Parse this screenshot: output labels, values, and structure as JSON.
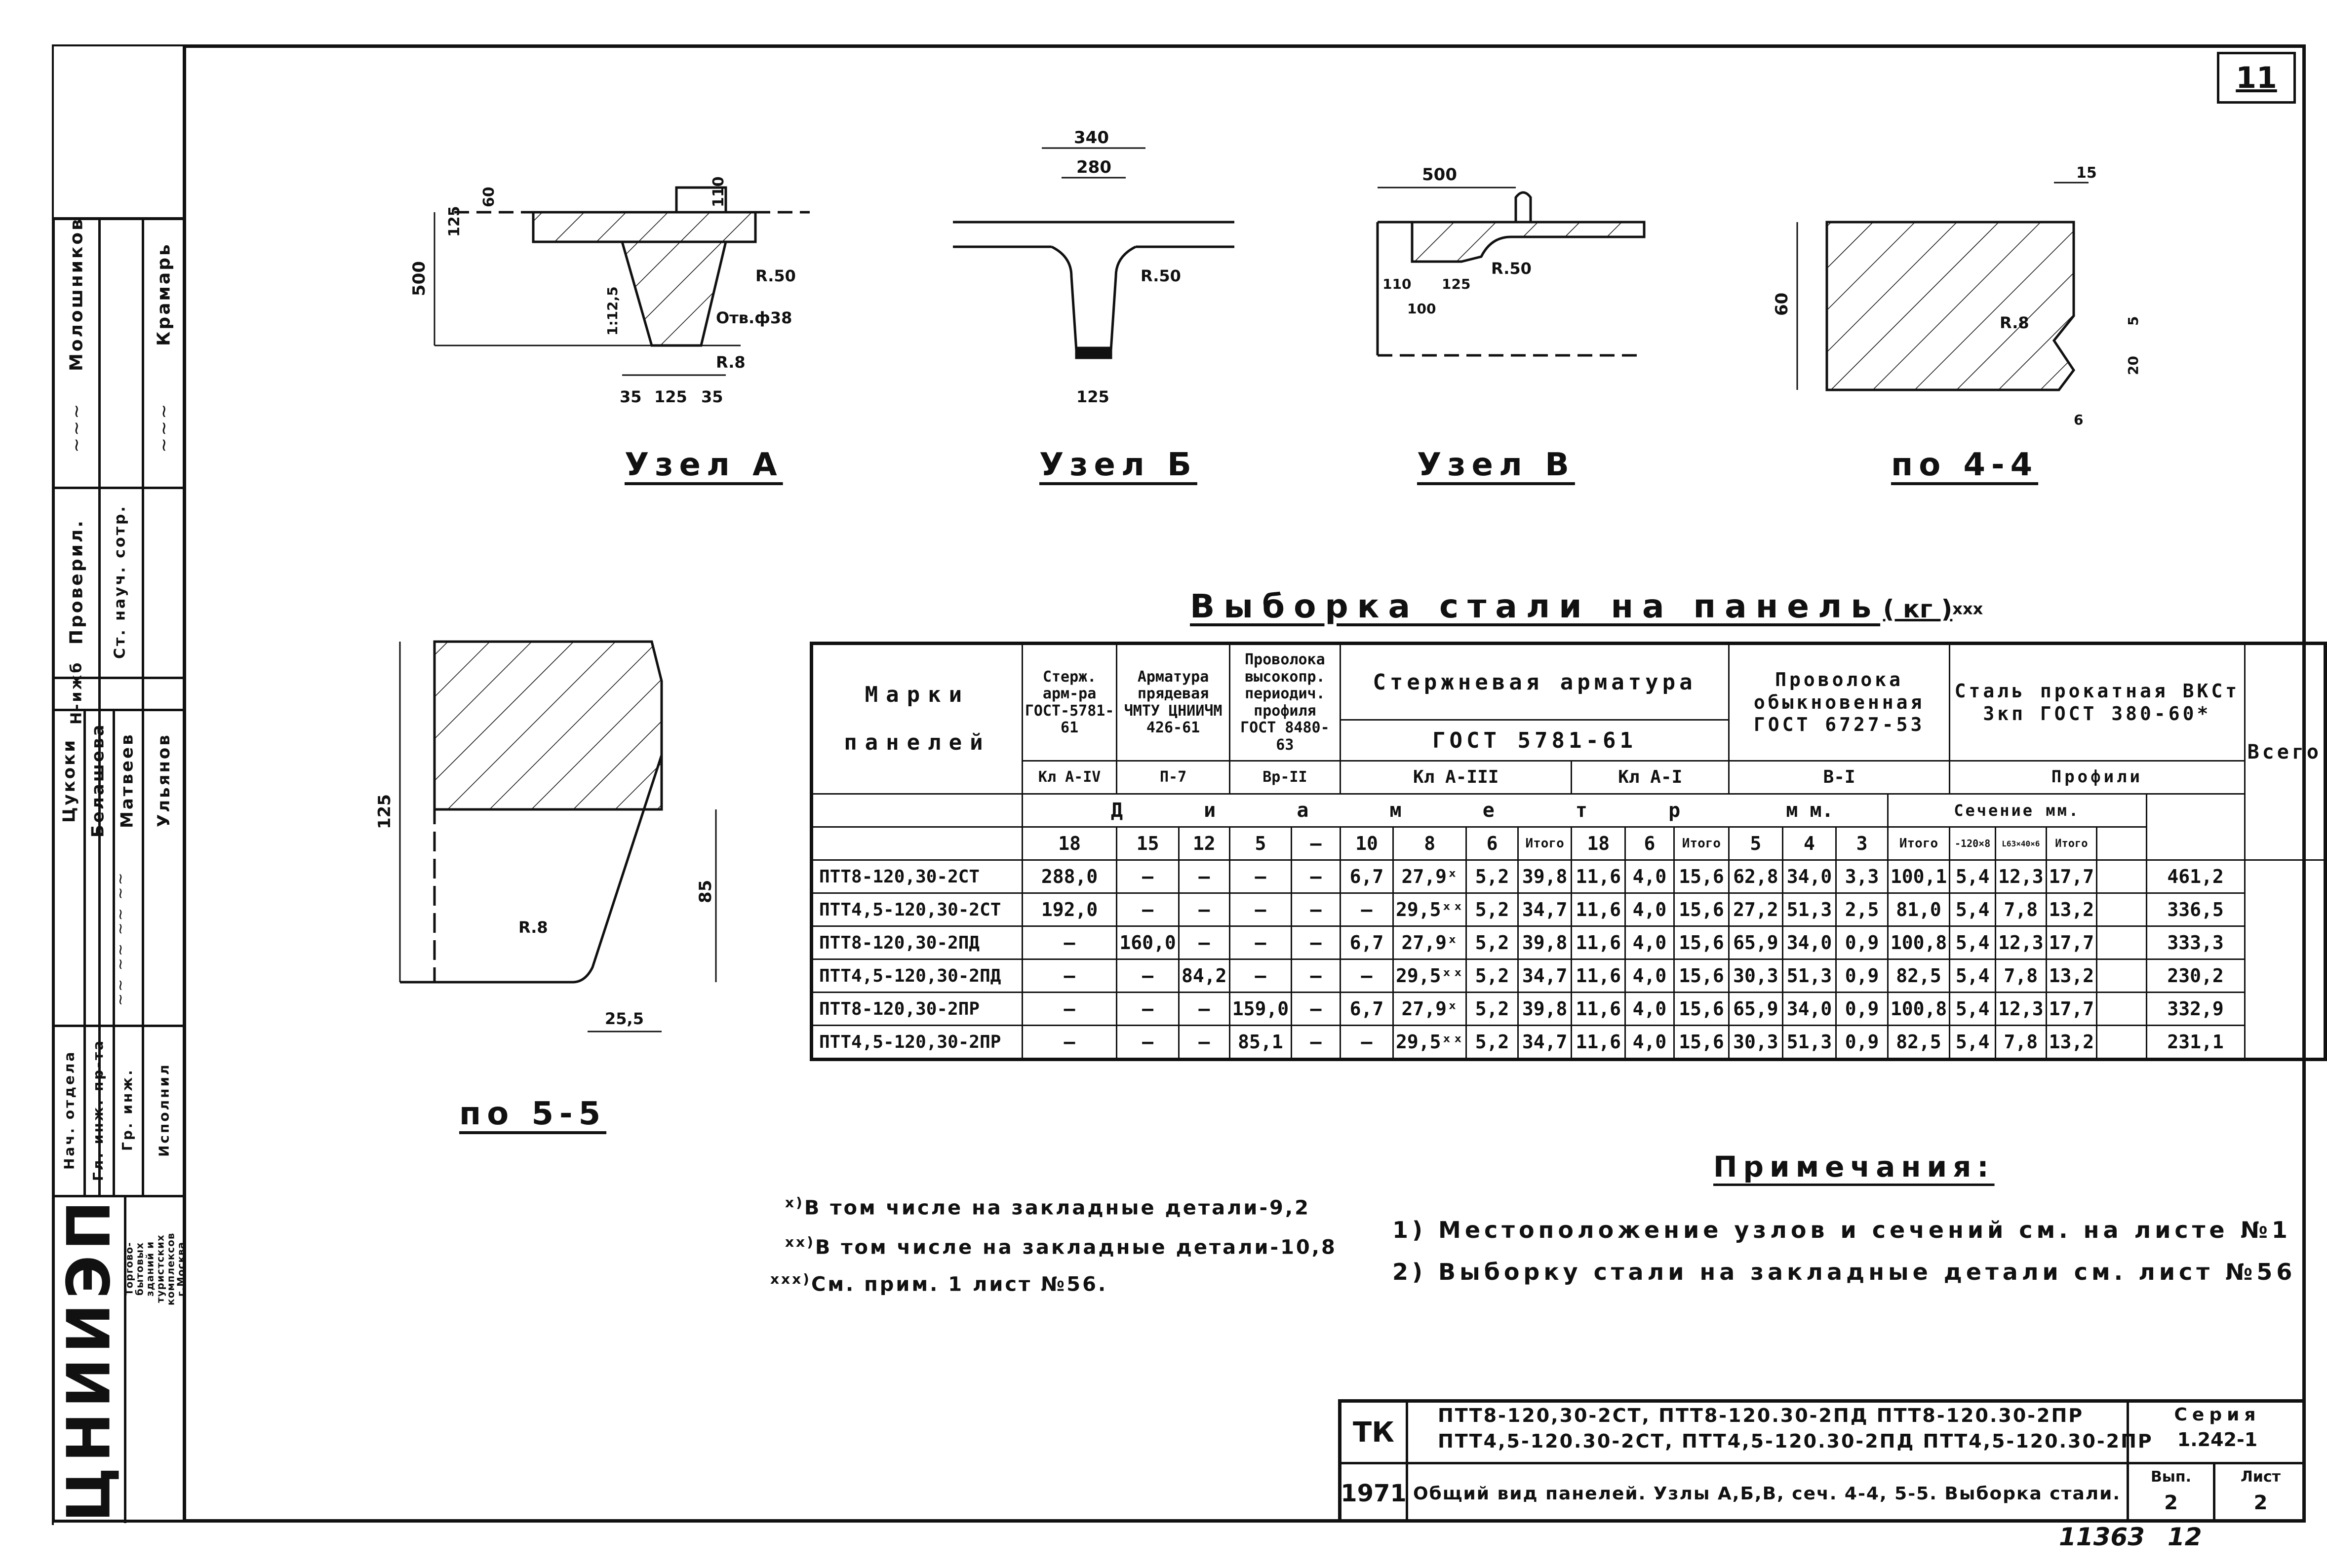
{
  "sheet_number": "11",
  "archive": {
    "number": "11363",
    "page": "12"
  },
  "drawings": {
    "node_a": {
      "title": "Узел А",
      "dims": [
        "60",
        "125",
        "110",
        "500",
        "1:12,5",
        "R.50",
        "Отв.ф38",
        "R.8",
        "35",
        "125",
        "35"
      ]
    },
    "node_b": {
      "title": "Узел Б",
      "dims": [
        "340",
        "280",
        "R.50",
        "125"
      ]
    },
    "node_v": {
      "title": "Узел В",
      "dims": [
        "500",
        "110",
        "100",
        "125",
        "R.50"
      ]
    },
    "section_44": {
      "title": "по 4-4",
      "dims": [
        "15",
        "60",
        "R.8",
        "5",
        "20",
        "6"
      ]
    },
    "section_55": {
      "title": "по 5-5",
      "dims": [
        "125",
        "85",
        "R.8",
        "25,5"
      ]
    }
  },
  "table": {
    "title": "Выборка стали на панель",
    "title_unit": "( кг )",
    "title_sup": "xxx",
    "col_marks": "Марки панелей",
    "col_g1": "Стерж. арм-ра ГОСТ-5781-61",
    "col_g1_sub": "Кл А-IV",
    "col_g2": "Арматура прядевая ЧМТУ ЦНИИЧМ 426-61",
    "col_g2_sub": "П-7",
    "col_g3": "Проволока высокопр. периодич. профиля ГОСТ 8480-63",
    "col_g3_sub": "Вр-II",
    "col_g4": "Стержневая арматура",
    "col_g4_std": "ГОСТ 5781-61",
    "col_g4_sub_a": "Кл А-III",
    "col_g4_sub_b": "Кл А-I",
    "col_g5": "Проволока обыкновенная ГОСТ 6727-53",
    "col_g5_sub": "В-I",
    "col_g6": "Сталь прокатная ВКСт 3кп ГОСТ 380-60*",
    "col_g6_sub": "Профили",
    "col_total": "Всего",
    "diam_letters": [
      "Д",
      "и",
      "а",
      "м",
      "е",
      "т",
      "р"
    ],
    "diam_unit": "м м.",
    "section_label": "Сечение мм.",
    "diam_row": [
      "18",
      "15",
      "12",
      "5",
      "—",
      "10",
      "8",
      "6",
      "Итого",
      "18",
      "6",
      "Итого",
      "5",
      "4",
      "3",
      "Итого",
      "-120×8",
      "L63×40×6",
      "Итого",
      ""
    ],
    "rows": [
      [
        "ПТТ8-120,30-2СТ",
        "288,0",
        "—",
        "—",
        "—",
        "—",
        "6,7",
        "27,9ˣ",
        "5,2",
        "39,8",
        "11,6",
        "4,0",
        "15,6",
        "62,8",
        "34,0",
        "3,3",
        "100,1",
        "5,4",
        "12,3",
        "17,7",
        "",
        "461,2"
      ],
      [
        "ПТТ4,5-120,30-2СТ",
        "192,0",
        "—",
        "—",
        "—",
        "—",
        "—",
        "29,5ˣˣ",
        "5,2",
        "34,7",
        "11,6",
        "4,0",
        "15,6",
        "27,2",
        "51,3",
        "2,5",
        "81,0",
        "5,4",
        "7,8",
        "13,2",
        "",
        "336,5"
      ],
      [
        "ПТТ8-120,30-2ПД",
        "—",
        "160,0",
        "—",
        "—",
        "—",
        "6,7",
        "27,9ˣ",
        "5,2",
        "39,8",
        "11,6",
        "4,0",
        "15,6",
        "65,9",
        "34,0",
        "0,9",
        "100,8",
        "5,4",
        "12,3",
        "17,7",
        "",
        "333,3"
      ],
      [
        "ПТТ4,5-120,30-2ПД",
        "—",
        "—",
        "84,2",
        "—",
        "—",
        "—",
        "29,5ˣˣ",
        "5,2",
        "34,7",
        "11,6",
        "4,0",
        "15,6",
        "30,3",
        "51,3",
        "0,9",
        "82,5",
        "5,4",
        "7,8",
        "13,2",
        "",
        "230,2"
      ],
      [
        "ПТТ8-120,30-2ПР",
        "—",
        "—",
        "—",
        "159,0",
        "—",
        "6,7",
        "27,9ˣ",
        "5,2",
        "39,8",
        "11,6",
        "4,0",
        "15,6",
        "65,9",
        "34,0",
        "0,9",
        "100,8",
        "5,4",
        "12,3",
        "17,7",
        "",
        "332,9"
      ],
      [
        "ПТТ4,5-120,30-2ПР",
        "—",
        "—",
        "—",
        "85,1",
        "—",
        "—",
        "29,5ˣˣ",
        "5,2",
        "34,7",
        "11,6",
        "4,0",
        "15,6",
        "30,3",
        "51,3",
        "0,9",
        "82,5",
        "5,4",
        "7,8",
        "13,2",
        "",
        "231,1"
      ]
    ]
  },
  "footnotes": [
    {
      "mark": "x)",
      "text": "В том числе на закладные детали-9,2"
    },
    {
      "mark": "xx)",
      "text": "В том числе на закладные детали-10,8"
    },
    {
      "mark": "xxx)",
      "text": "См. прим. 1 лист №56."
    }
  ],
  "notes": {
    "title": "Примечания:",
    "items": [
      "1) Местоположение узлов и сечений см. на листе №1",
      "2) Выборку стали на закладные детали см. лист №56"
    ]
  },
  "title_block": {
    "code": "ТК",
    "year": "1971",
    "marks_line1": "ПТТ8-120,30-2СТ, ПТТ8-120.30-2ПД ПТТ8-120.30-2ПР",
    "marks_line2": "ПТТ4,5-120.30-2СТ, ПТТ4,5-120.30-2ПД ПТТ4,5-120.30-2ПР",
    "description": "Общий вид панелей. Узлы А,Б,В, сеч. 4-4, 5-5. Выборка стали.",
    "series_label": "Серия",
    "series_value": "1.242-1",
    "issue_label": "Вып.",
    "issue_value": "2",
    "sheet_label": "Лист",
    "sheet_value": "2"
  },
  "stamp": {
    "org_logo": "ЦНИИЭП",
    "org_name_lines": [
      "Торгово-",
      "бытовых",
      "зданий и",
      "туристских",
      "комплексов",
      "г.Москва"
    ],
    "roles": [
      "Нач. отдела",
      "Гл. инж. пр-та",
      "Гр. инж.",
      "Исполнил"
    ],
    "names": [
      "Цукоки",
      "Белашева",
      "Матвеев",
      "Ульянов"
    ],
    "role_header": "Н-ижб",
    "checker_label": "Проверил.",
    "checker_role": "Ст. науч. сотр.",
    "top_names": [
      "Молошников",
      "Крамарь"
    ]
  }
}
